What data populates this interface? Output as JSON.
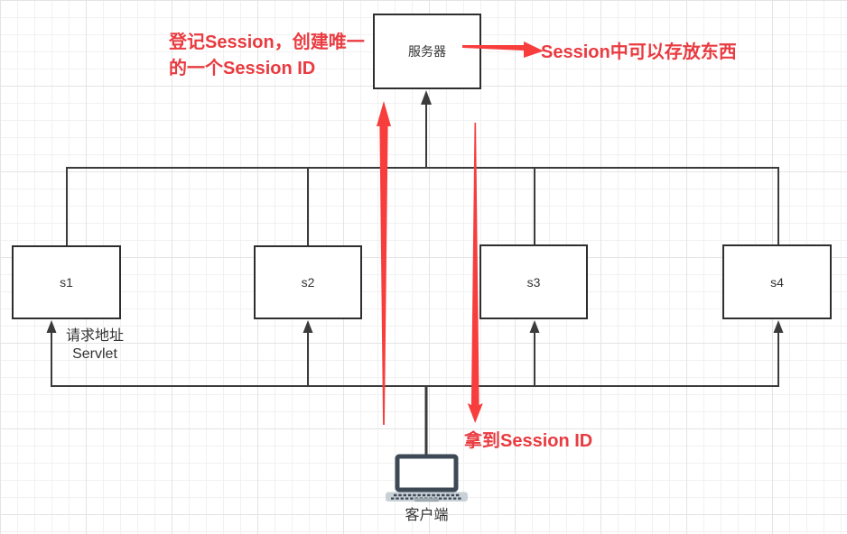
{
  "diagram": {
    "server": {
      "label": "服务器"
    },
    "servlets": [
      {
        "label": "s1"
      },
      {
        "label": "s2"
      },
      {
        "label": "s3"
      },
      {
        "label": "s4"
      }
    ],
    "client": {
      "label": "客户端",
      "icon": "laptop-icon"
    },
    "request_label": {
      "line1": "请求地址",
      "line2": "Servlet"
    },
    "annotations": {
      "register": {
        "line1": "登记Session，创建唯一",
        "line2": "的一个Session ID"
      },
      "store": {
        "text": "Session中可以存放东西"
      },
      "obtain": {
        "text": "拿到Session ID"
      }
    }
  },
  "colors": {
    "line": "#3b3b3b",
    "box_border": "#2e2e2e",
    "text": "#333333",
    "red_arrow": "#f83d3d",
    "red_text": "#e93b40",
    "laptop_dark": "#3d4a56",
    "laptop_base": "#c9d0d6",
    "laptop_touchpad": "#9fa9b0"
  }
}
